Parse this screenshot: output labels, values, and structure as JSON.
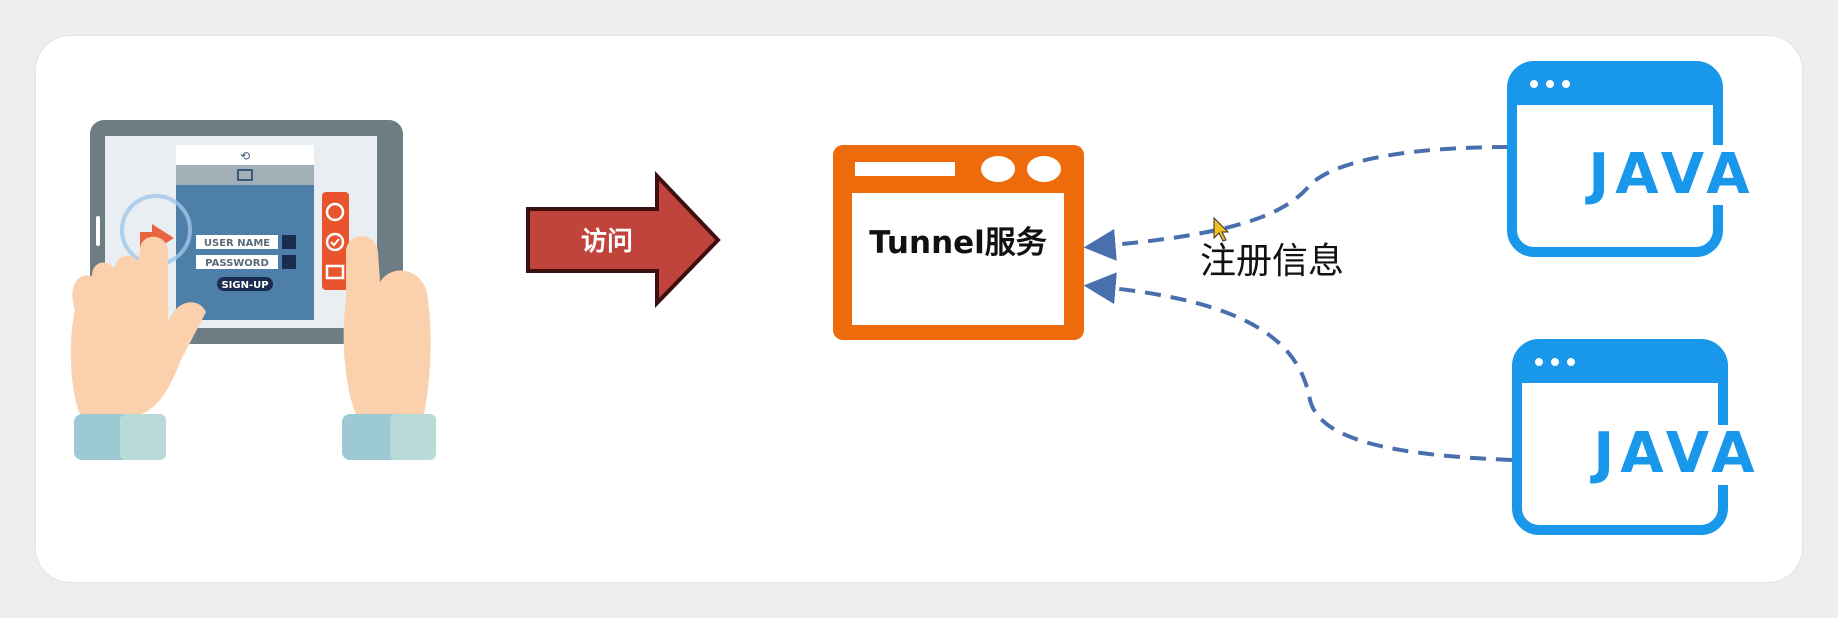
{
  "tablet": {
    "username_label": "USER NAME",
    "password_label": "PASSWORD",
    "signup_label": "SIGN-UP"
  },
  "arrow": {
    "label": "访问"
  },
  "tunnel": {
    "label": "Tunnel服务"
  },
  "register": {
    "label": "注册信息"
  },
  "clients": [
    {
      "label": "JAVA"
    },
    {
      "label": "JAVA"
    }
  ],
  "colors": {
    "tunnel_frame": "#ee6b0c",
    "arrow_fill": "#c0443c",
    "arrow_border": "#3d0f0f",
    "java_blue": "#1997ea",
    "dash_line": "#4a6fae",
    "tablet_frame": "#6e7c83",
    "tablet_screen": "#4d7fa9",
    "skin": "#fbd1ad",
    "cuff": "#9cc9d3"
  }
}
